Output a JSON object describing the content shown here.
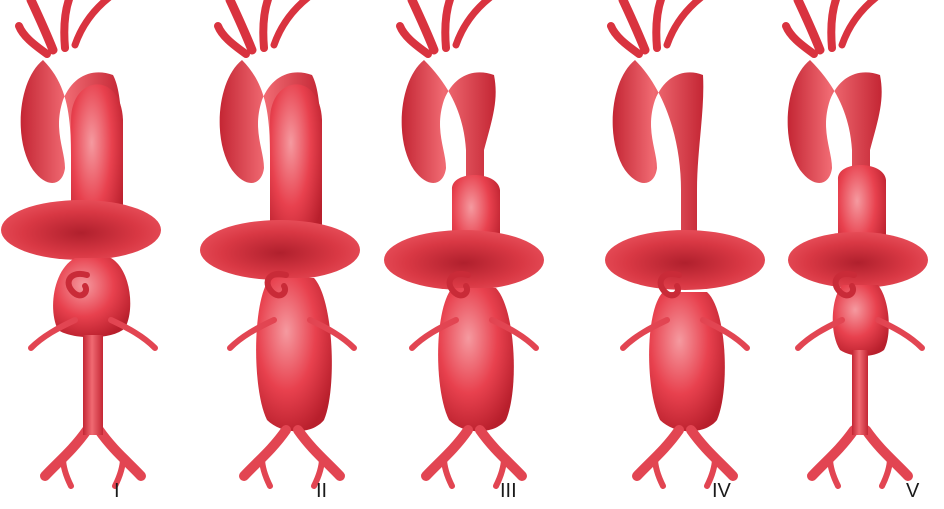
{
  "figure": {
    "panels": [
      {
        "label": "I"
      },
      {
        "label": "II"
      },
      {
        "label": "III"
      },
      {
        "label": "IV"
      },
      {
        "label": "V"
      }
    ],
    "colors": {
      "aorta": "#e8414e",
      "aorta_light": "#f4858b",
      "aorta_dark": "#b81f2c",
      "diaphragm": "#d93844",
      "diaphragm_dark": "#a81b28",
      "label_text": "#1a1a1a"
    }
  }
}
